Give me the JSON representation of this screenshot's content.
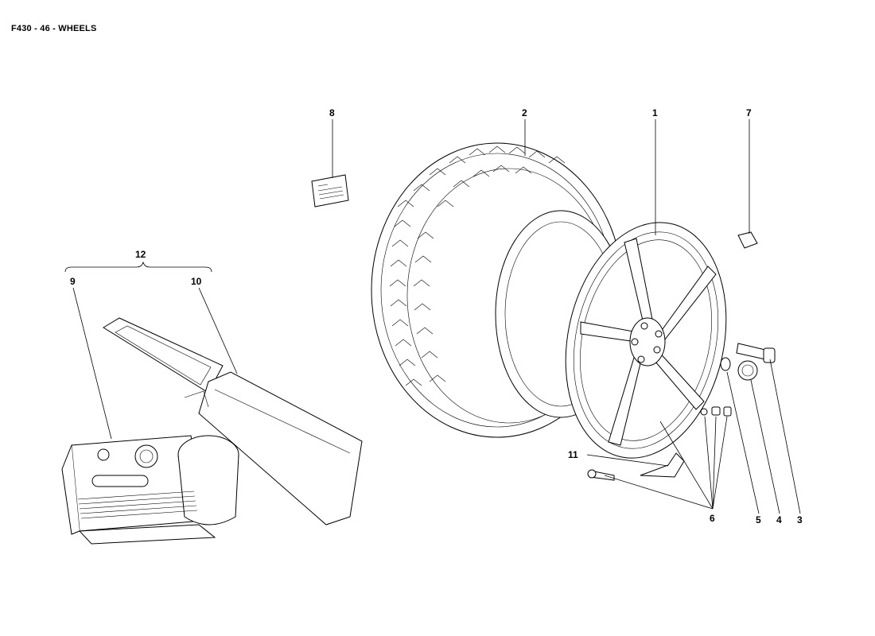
{
  "header": {
    "title": "F430 - 46 - WHEELS"
  },
  "callouts": [
    {
      "id": "c1",
      "label": "1"
    },
    {
      "id": "c2",
      "label": "2"
    },
    {
      "id": "c3",
      "label": "3"
    },
    {
      "id": "c4",
      "label": "4"
    },
    {
      "id": "c5",
      "label": "5"
    },
    {
      "id": "c6",
      "label": "6"
    },
    {
      "id": "c7",
      "label": "7"
    },
    {
      "id": "c8",
      "label": "8"
    },
    {
      "id": "c9",
      "label": "9"
    },
    {
      "id": "c10",
      "label": "10"
    },
    {
      "id": "c11",
      "label": "11"
    },
    {
      "id": "c12",
      "label": "12"
    }
  ]
}
